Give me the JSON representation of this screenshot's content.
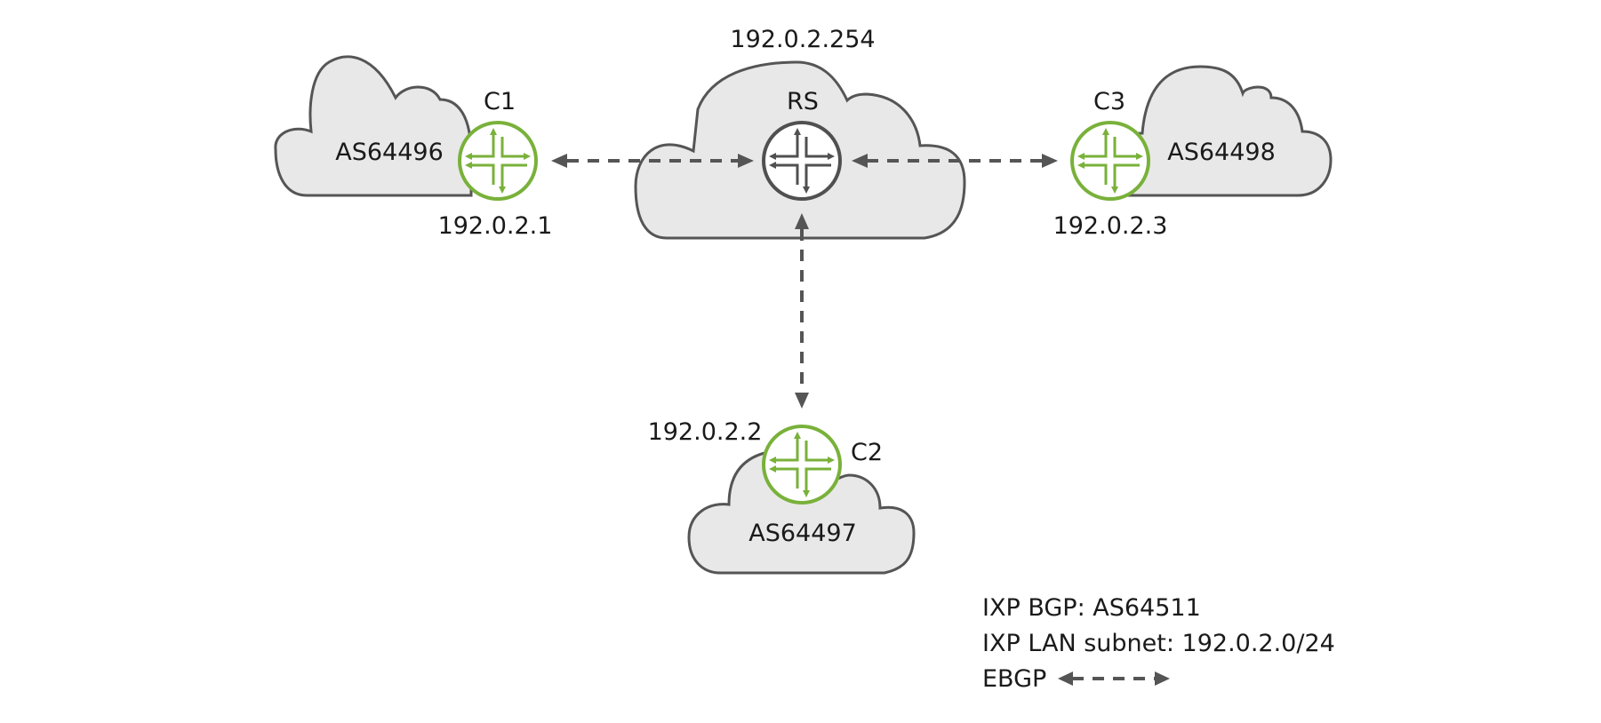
{
  "route_server": {
    "label": "RS",
    "ip": "192.0.2.254",
    "icon": "router-icon",
    "color": "#505050"
  },
  "clients": [
    {
      "id": "c1",
      "label": "C1",
      "ip": "192.0.2.1",
      "as": "AS64496",
      "icon": "router-icon",
      "color": "#79b13a"
    },
    {
      "id": "c2",
      "label": "C2",
      "ip": "192.0.2.2",
      "as": "AS64497",
      "icon": "router-icon",
      "color": "#79b13a"
    },
    {
      "id": "c3",
      "label": "C3",
      "ip": "192.0.2.3",
      "as": "AS64498",
      "icon": "router-icon",
      "color": "#79b13a"
    }
  ],
  "legend": {
    "bgp": "IXP BGP: AS64511",
    "subnet": "IXP LAN subnet: 192.0.2.0/24",
    "ebgp": "EBGP"
  },
  "colors": {
    "cloud_fill": "#e8e8e8",
    "cloud_stroke": "#555555",
    "link": "#555555"
  }
}
